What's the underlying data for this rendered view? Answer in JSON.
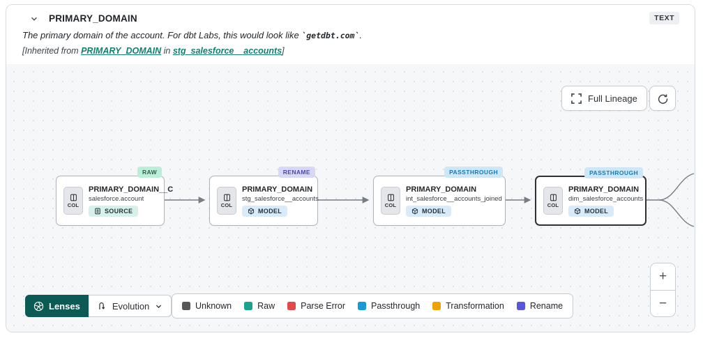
{
  "header": {
    "title": "PRIMARY_DOMAIN",
    "type_badge": "TEXT",
    "description_prefix": "The primary domain of the account. For dbt Labs, this would look like ",
    "description_code": "`getdbt.com`",
    "description_suffix": ".",
    "inherited_prefix": "[Inherited from ",
    "inherited_link_column": "PRIMARY_DOMAIN",
    "inherited_mid": " in ",
    "inherited_link_model": "stg_salesforce__accounts",
    "inherited_suffix": "]"
  },
  "toolbar": {
    "full_lineage_label": "Full Lineage"
  },
  "nodes": [
    {
      "tag": "RAW",
      "tag_bg": "#b9efd9",
      "tag_fg": "#3d5a52",
      "title": "PRIMARY_DOMAIN__C",
      "subtitle": "salesforce.account",
      "badge": "SOURCE",
      "col_label": "COL"
    },
    {
      "tag": "RENAME",
      "tag_bg": "#d8d7f8",
      "tag_fg": "#4a4aa8",
      "title": "PRIMARY_DOMAIN",
      "subtitle": "stg_salesforce__accounts",
      "badge": "MODEL",
      "col_label": "COL"
    },
    {
      "tag": "PASSTHROUGH",
      "tag_bg": "#cde7f8",
      "tag_fg": "#147ab8",
      "title": "PRIMARY_DOMAIN",
      "subtitle": "int_salesforce__accounts_joined",
      "badge": "MODEL",
      "col_label": "COL"
    },
    {
      "tag": "PASSTHROUGH",
      "tag_bg": "#cde7f8",
      "tag_fg": "#147ab8",
      "title": "PRIMARY_DOMAIN",
      "subtitle": "dim_salesforce_accounts",
      "badge": "MODEL",
      "col_label": "COL"
    }
  ],
  "lenses": {
    "button_label": "Lenses",
    "dropdown_label": "Evolution"
  },
  "legend": {
    "items": [
      {
        "label": "Unknown",
        "color": "#57575a"
      },
      {
        "label": "Raw",
        "color": "#17a38d"
      },
      {
        "label": "Parse Error",
        "color": "#e2484d"
      },
      {
        "label": "Passthrough",
        "color": "#169bd5"
      },
      {
        "label": "Transformation",
        "color": "#f0a202"
      },
      {
        "label": "Rename",
        "color": "#5a55dd"
      }
    ]
  },
  "zoom_controls": {
    "zoom_in": "+",
    "zoom_out": "−"
  }
}
